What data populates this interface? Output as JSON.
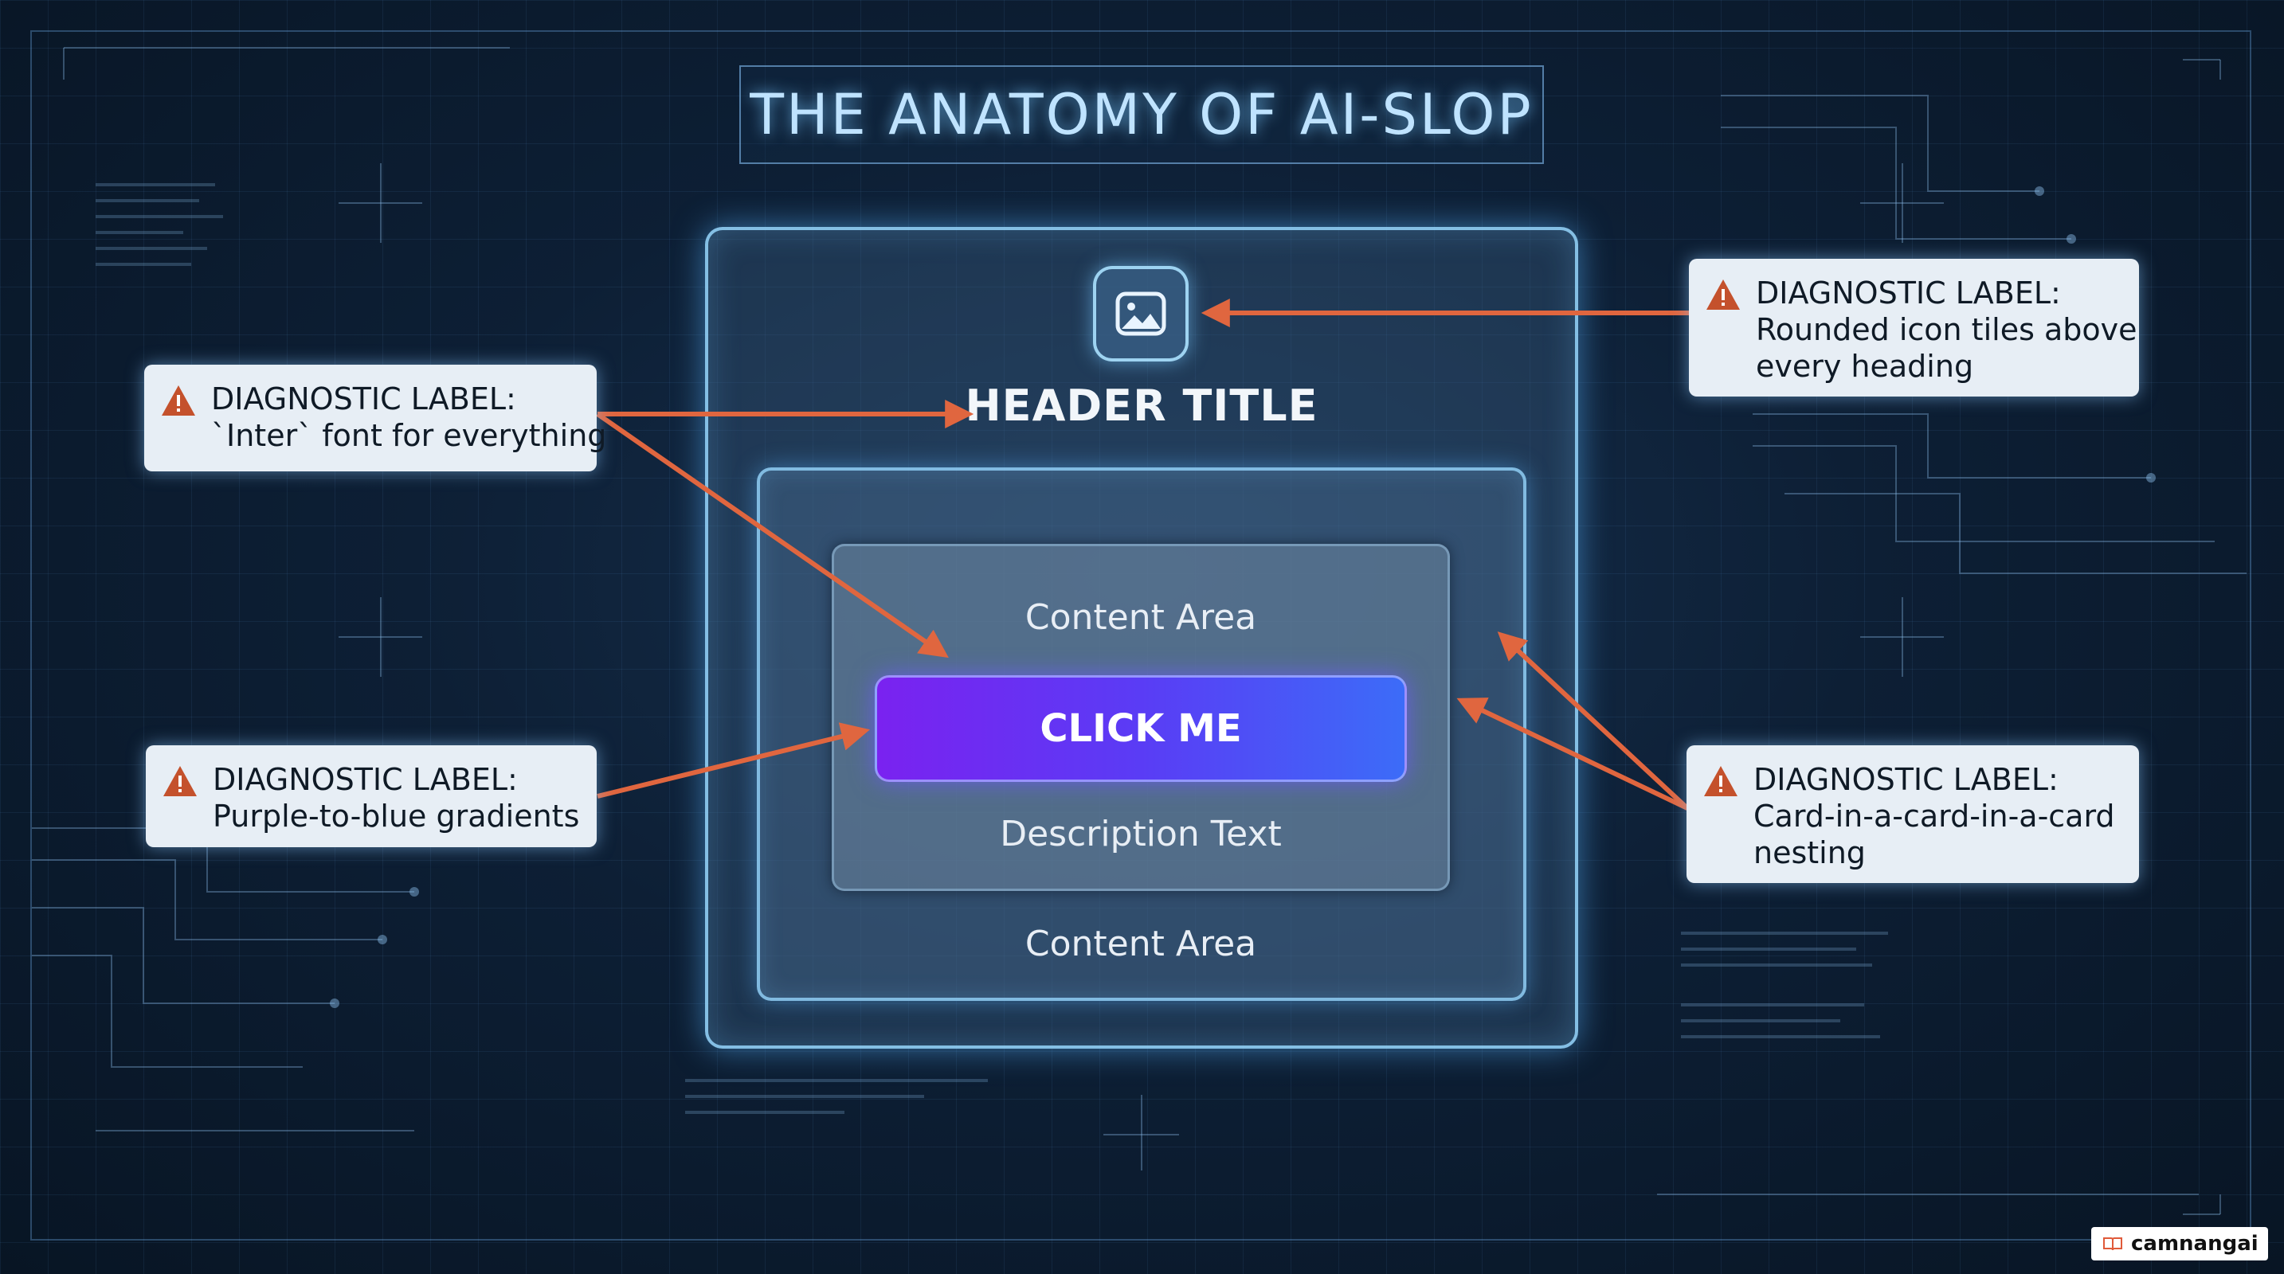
{
  "title": "THE ANATOMY OF AI-SLOP",
  "mockup": {
    "header_title": "HEADER TITLE",
    "content_area_top": "Content Area",
    "button_label": "CLICK ME",
    "description": "Description Text",
    "content_area_bottom": "Content Area",
    "icon": "image-icon"
  },
  "labels": [
    {
      "line1": "DIAGNOSTIC LABEL:",
      "line2": "`Inter` font for everything"
    },
    {
      "line1": "DIAGNOSTIC LABEL:",
      "line2": "Purple-to-blue gradients"
    },
    {
      "line1": "DIAGNOSTIC LABEL:",
      "line2": "Rounded icon tiles above",
      "line3": "every heading"
    },
    {
      "line1": "DIAGNOSTIC LABEL:",
      "line2": "Card-in-a-card-in-a-card",
      "line3": "nesting"
    }
  ],
  "watermark": "camnangai",
  "colors": {
    "arrow": "#e0663f",
    "warning": "#c4512c",
    "gradient_start": "#7a22f0",
    "gradient_end": "#3c6cf8",
    "glow": "#8fd4ff"
  }
}
